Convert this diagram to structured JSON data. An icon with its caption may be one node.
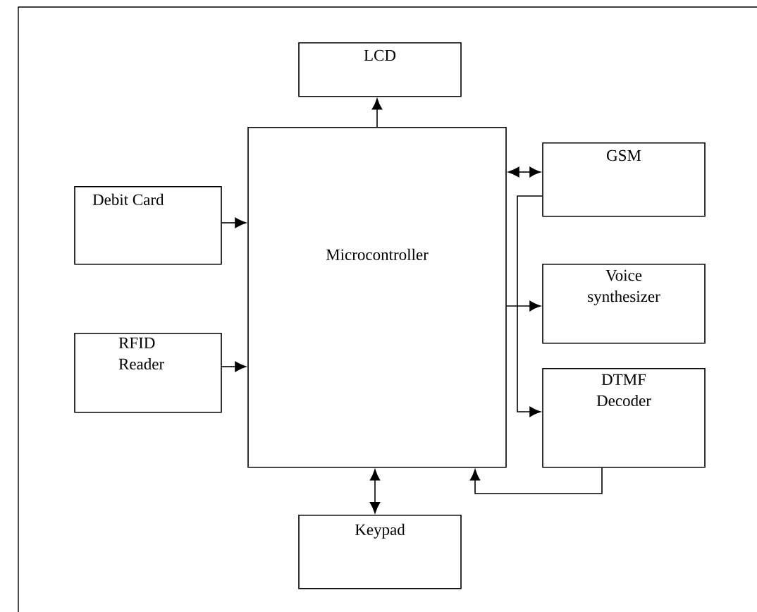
{
  "diagram": {
    "nodes": [
      {
        "text": [
          "LCD"
        ]
      },
      {
        "text": [
          "Microcontroller"
        ]
      },
      {
        "text": [
          "GSM"
        ]
      },
      {
        "text": [
          "Debit Card"
        ]
      },
      {
        "text": [
          "Voice synthesizer"
        ]
      },
      {
        "text": [
          "RFID Reader"
        ]
      },
      {
        "text": [
          "DTMF Decoder"
        ]
      },
      {
        "text": [
          "Keypad"
        ]
      }
    ],
    "edges": [
      {
        "from": 1,
        "to": 0,
        "arrow": "to"
      },
      {
        "from": 3,
        "to": 1,
        "arrow": "to"
      },
      {
        "from": 5,
        "to": 1,
        "arrow": "to"
      },
      {
        "from": 1,
        "to": 2,
        "arrow": "both"
      },
      {
        "from": 1,
        "to": 4,
        "arrow": "to"
      },
      {
        "from": 2,
        "to": 6,
        "arrow": "to"
      },
      {
        "from": 6,
        "to": 1,
        "arrow": "to"
      },
      {
        "from": 1,
        "to": 7,
        "arrow": "both"
      }
    ]
  }
}
